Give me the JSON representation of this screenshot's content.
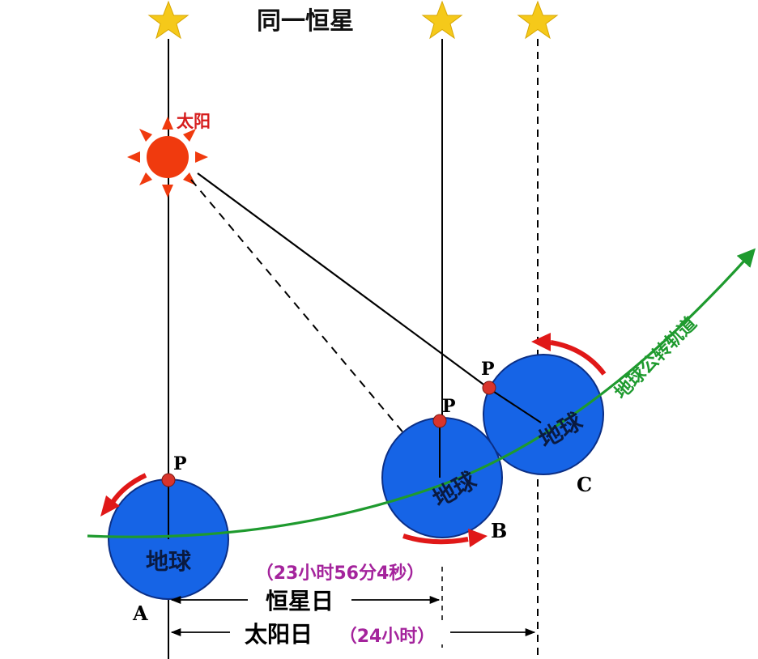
{
  "title": "同一恒星",
  "sun": {
    "label": "太阳"
  },
  "earth": {
    "label": "地球"
  },
  "point_label": "P",
  "positions": {
    "a": "A",
    "b": "B",
    "c": "C"
  },
  "orbit": {
    "label": "地球公转轨道"
  },
  "sidereal_day": {
    "label": "恒星日",
    "duration": "（23小时56分4秒）"
  },
  "solar_day": {
    "label": "太阳日",
    "duration": "（24小时）"
  },
  "colors": {
    "star": "#f5c91a",
    "sun": "#f03a0e",
    "earth": "#1664e6",
    "orbit": "#1e9a2e",
    "rotation_arrow": "#e01818",
    "point": "#d8342c",
    "duration_text": "#a4239c",
    "sun_label": "#d61d1d"
  }
}
